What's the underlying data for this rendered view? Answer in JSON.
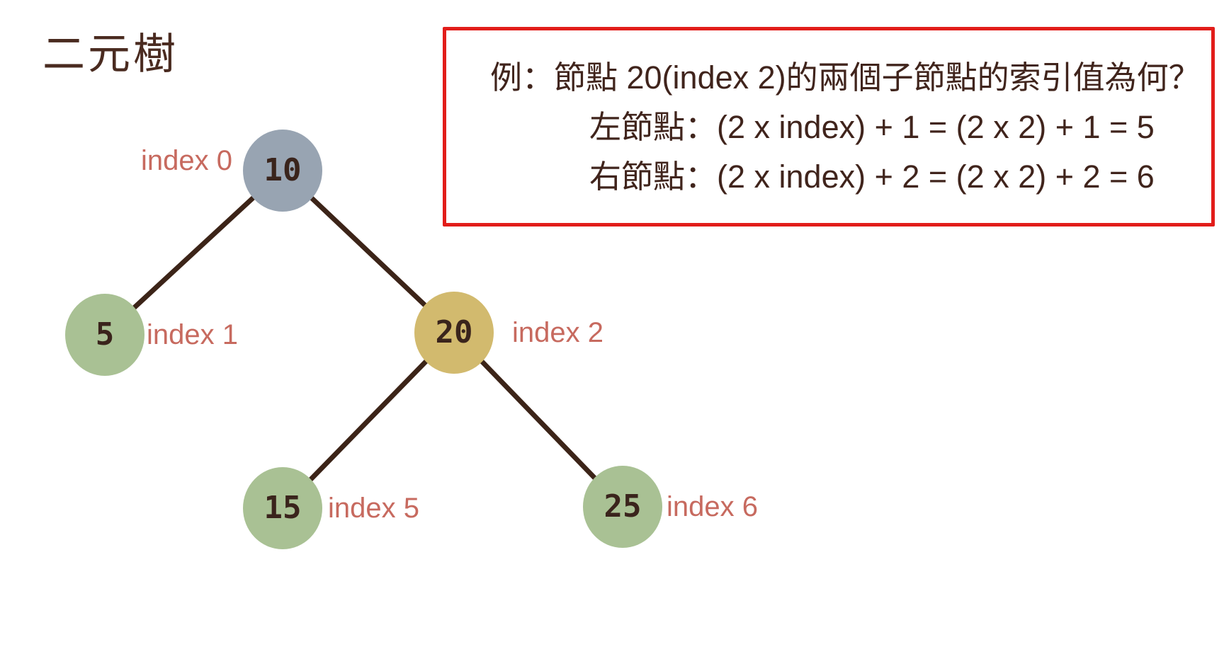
{
  "title": "二元樹",
  "example_box": {
    "line1": "例：節點 20(index 2)的兩個子節點的索引值為何？",
    "line2": "左節點：(2 x index) + 1 = (2 x 2) + 1 = 5",
    "line3": "右節點：(2 x index) + 2 = (2 x 2) + 2 = 6",
    "border_color": "#e21d1a"
  },
  "colors": {
    "background": "#ffffff",
    "title_text": "#4a2b20",
    "body_text": "#40241c",
    "node_value_text": "#3a241c",
    "index_label_text": "#c76a5f",
    "edge": "#3c2418",
    "node_root_fill": "#98a4b2",
    "node_green_fill": "#a9c194",
    "node_gold_fill": "#d2ba6e"
  },
  "tree": {
    "nodes": [
      {
        "value": "10",
        "index_label": "index 0",
        "color": "#98a4b2"
      },
      {
        "value": "5",
        "index_label": "index 1",
        "color": "#a9c194"
      },
      {
        "value": "20",
        "index_label": "index 2",
        "color": "#d2ba6e"
      },
      {
        "value": "15",
        "index_label": "index 5",
        "color": "#a9c194"
      },
      {
        "value": "25",
        "index_label": "index 6",
        "color": "#a9c194"
      }
    ],
    "edges": [
      {
        "from": "10",
        "to": "5"
      },
      {
        "from": "10",
        "to": "20"
      },
      {
        "from": "20",
        "to": "15"
      },
      {
        "from": "20",
        "to": "25"
      }
    ]
  }
}
